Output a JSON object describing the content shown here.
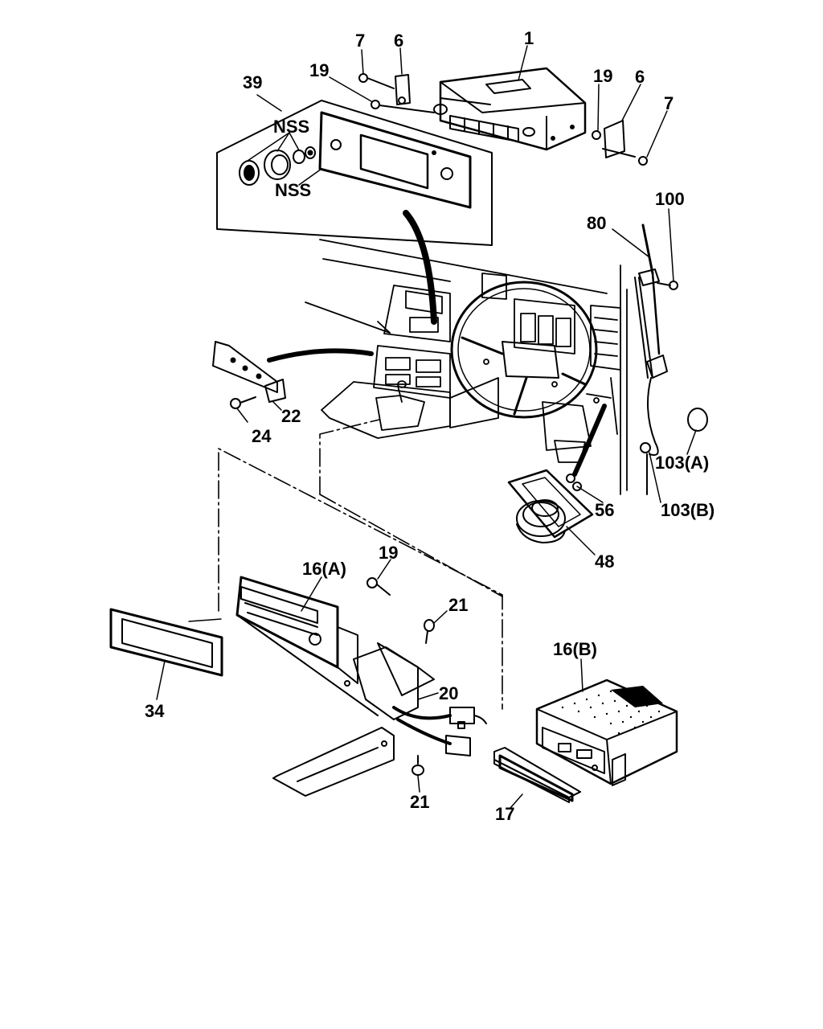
{
  "diagram": {
    "callouts": {
      "c7_top": "7",
      "c6_top": "6",
      "c1": "1",
      "c39": "39",
      "c19_top": "19",
      "c19_right": "19",
      "c6_right": "6",
      "c7_right": "7",
      "nss_top": "NSS",
      "nss_bottom": "NSS",
      "c100": "100",
      "c80": "80",
      "c22": "22",
      "c24": "24",
      "c103a": "103(A)",
      "c56": "56",
      "c103b": "103(B)",
      "c48": "48",
      "c19_mid": "19",
      "c16a": "16(A)",
      "c21_top": "21",
      "c20": "20",
      "c16b": "16(B)",
      "c34": "34",
      "c21_bottom": "21",
      "c17": "17"
    },
    "colors": {
      "ink": "#000000",
      "paper": "#ffffff"
    }
  }
}
